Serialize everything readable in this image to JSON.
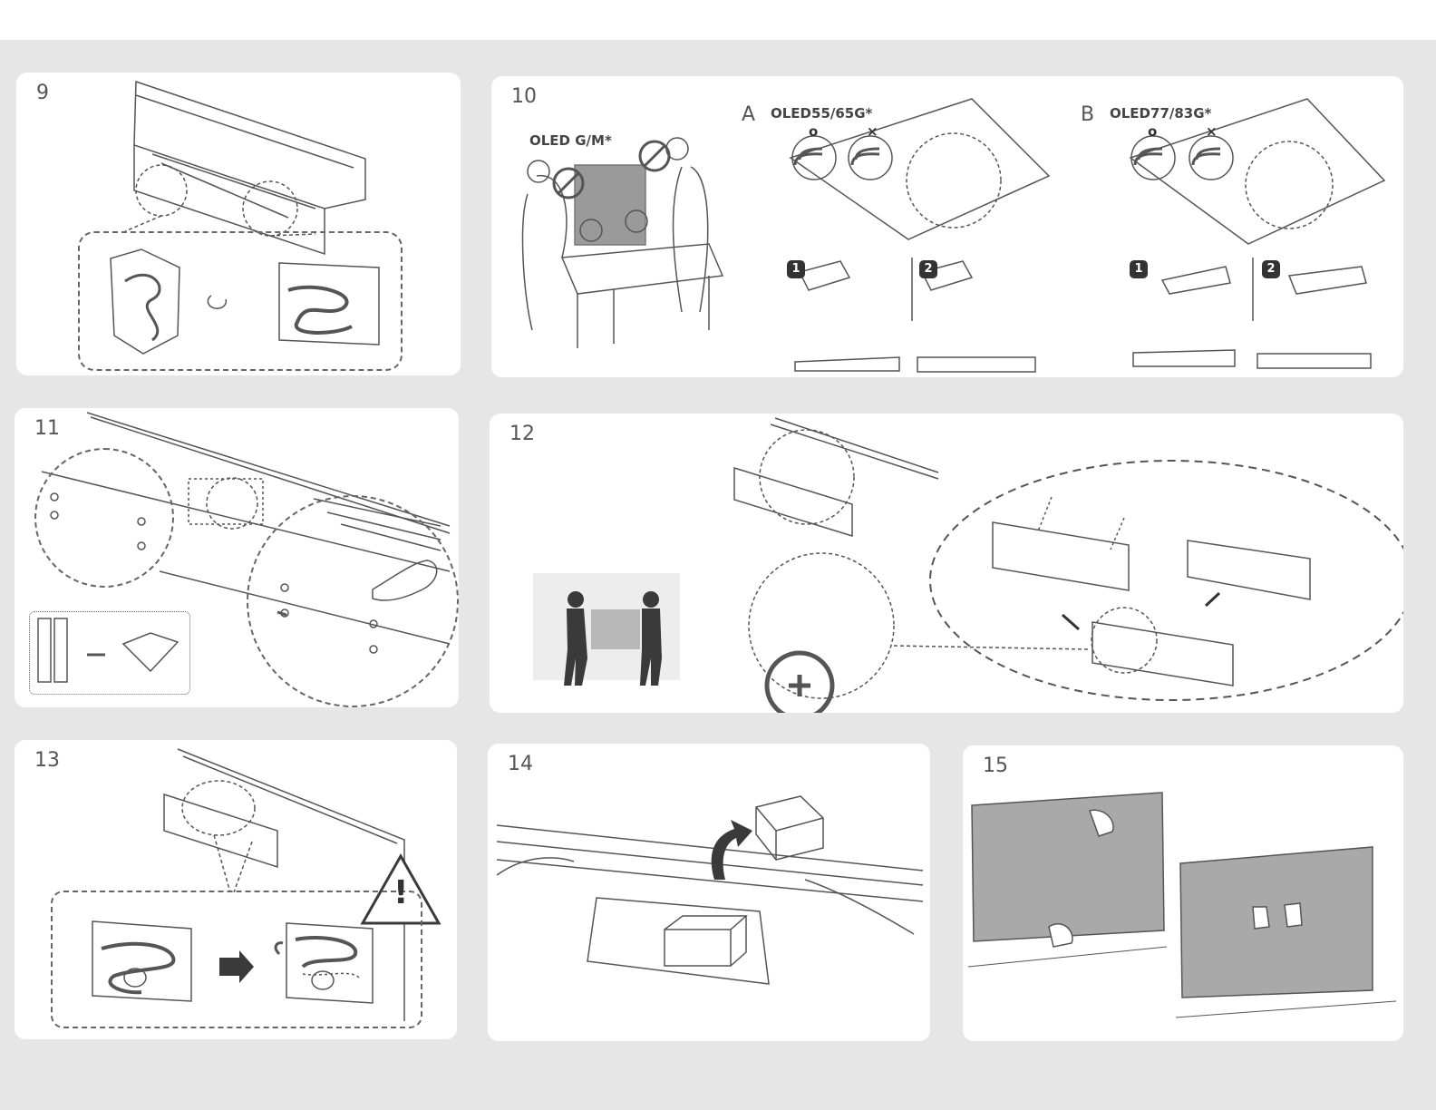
{
  "steps": [
    {
      "number": "9"
    },
    {
      "number": "10",
      "label": "OLED G/M*",
      "variants": [
        {
          "letter": "A",
          "model": "OLED55/65G*",
          "ok": "o",
          "ng": "×",
          "steps": [
            "1",
            "2"
          ]
        },
        {
          "letter": "B",
          "model": "OLED77/83G*",
          "ok": "o",
          "ng": "×",
          "steps": [
            "1",
            "2"
          ]
        }
      ]
    },
    {
      "number": "11"
    },
    {
      "number": "12"
    },
    {
      "number": "13",
      "warning_symbol": "!"
    },
    {
      "number": "14"
    },
    {
      "number": "15"
    }
  ],
  "colors": {
    "panel": "#ffffff",
    "page": "#e6e6e6",
    "line": "#555555",
    "screen": "#a9a9a9"
  }
}
